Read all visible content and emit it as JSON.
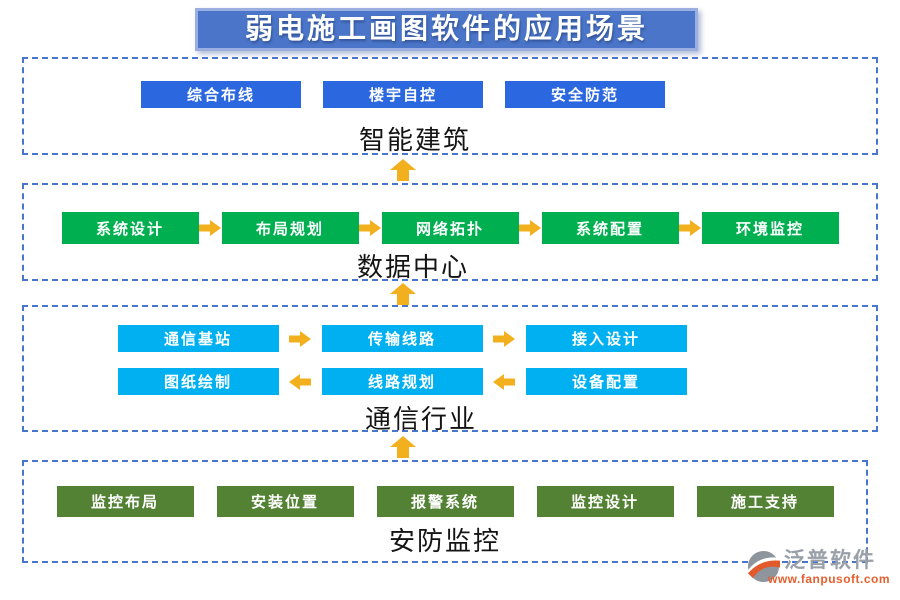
{
  "title": "弱电施工画图软件的应用场景",
  "colors": {
    "title_bg": "#4A75C8",
    "title_border": "#9AAEDF",
    "box_border_blue": "#4776CC",
    "arrow_gold": "#F2B01E",
    "section_blue": "#2B68E0",
    "section_green": "#00B050",
    "section_cyan": "#00B0F0",
    "section_olive": "#548235"
  },
  "sections": [
    {
      "id": "intelligent-building",
      "label": "智能建筑",
      "color_key": "section_blue",
      "rows": [
        {
          "arrows": "none",
          "buttons": [
            "综合布线",
            "楼宇自控",
            "安全防范"
          ]
        }
      ]
    },
    {
      "id": "data-center",
      "label": "数据中心",
      "color_key": "section_green",
      "rows": [
        {
          "arrows": "right",
          "buttons": [
            "系统设计",
            "布局规划",
            "网络拓扑",
            "系统配置",
            "环境监控"
          ]
        }
      ]
    },
    {
      "id": "telecom",
      "label": "通信行业",
      "color_key": "section_cyan",
      "rows": [
        {
          "arrows": "right",
          "buttons": [
            "通信基站",
            "传输线路",
            "接入设计"
          ]
        },
        {
          "arrows": "left",
          "buttons": [
            "图纸绘制",
            "线路规划",
            "设备配置"
          ]
        }
      ]
    },
    {
      "id": "security",
      "label": "安防监控",
      "color_key": "section_olive",
      "rows": [
        {
          "arrows": "none",
          "buttons": [
            "监控布局",
            "安装位置",
            "报警系统",
            "监控设计",
            "施工支持"
          ]
        }
      ]
    }
  ],
  "flow_up_arrows": [
    "up-arrow",
    "up-arrow",
    "up-arrow"
  ],
  "logo": {
    "name": "泛普软件",
    "url": "www.fanpusoft.com"
  }
}
